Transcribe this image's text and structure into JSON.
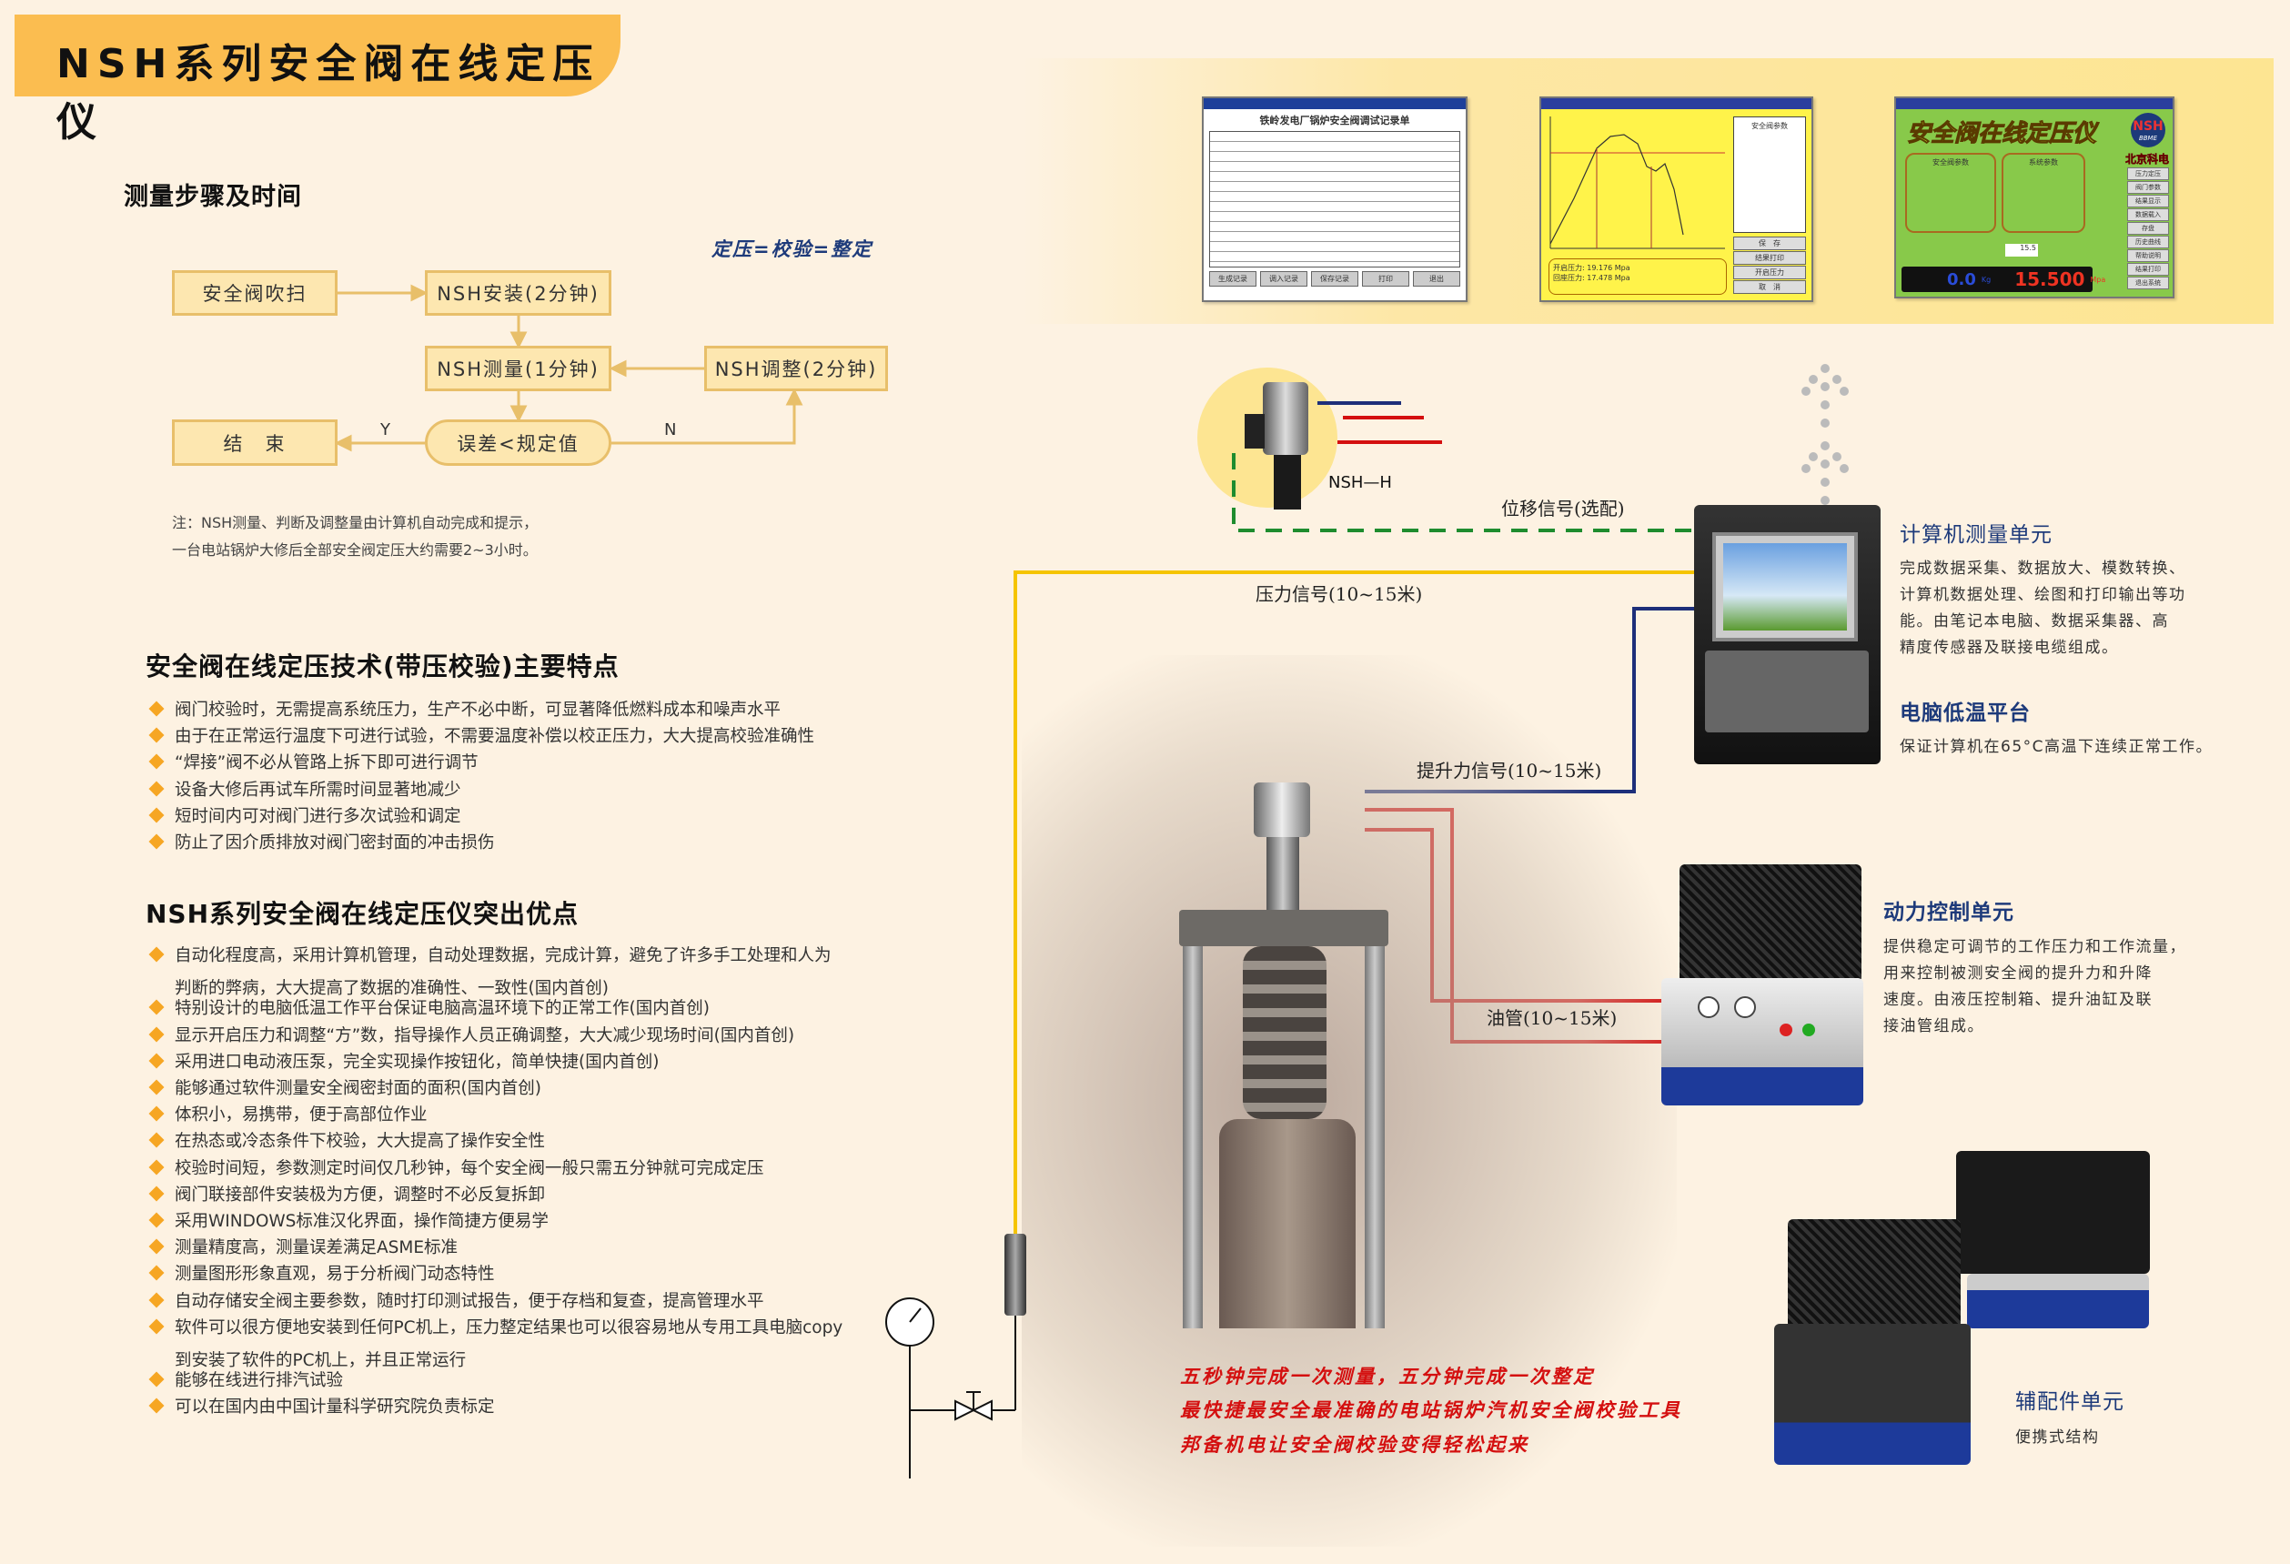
{
  "title": "NSH系列安全阀在线定压仪",
  "steps": {
    "heading": "测量步骤及时间",
    "equation": "定压=校验=整定",
    "boxes": {
      "purge": "安全阀吹扫",
      "install": "NSH安装(2分钟)",
      "measure": "NSH测量(1分钟)",
      "adjust": "NSH调整(2分钟)",
      "end": "结　束",
      "decision": "误差<规定值"
    },
    "yes": "Y",
    "no": "N",
    "note": [
      "注：NSH测量、判断及调整量由计算机自动完成和提示，",
      "一台电站锅炉大修后全部安全阀定压大约需要2~3小时。"
    ]
  },
  "features": {
    "heading": "安全阀在线定压技术(带压校验)主要特点",
    "items": [
      "阀门校验时，无需提高系统压力，生产不必中断，可显著降低燃料成本和噪声水平",
      "由于在正常运行温度下可进行试验，不需要温度补偿以校正压力，大大提高校验准确性",
      "“焊接”阀不必从管路上拆下即可进行调节",
      "设备大修后再试车所需时间显著地减少",
      "短时间内可对阀门进行多次试验和调定",
      "防止了因介质排放对阀门密封面的冲击损伤"
    ]
  },
  "advantages": {
    "heading": "NSH系列安全阀在线定压仪突出优点",
    "items": [
      {
        "l1": "自动化程度高，采用计算机管理，自动处理数据，完成计算，避免了许多手工处理和人为",
        "l2": "判断的弊病，大大提高了数据的准确性、一致性(国内首创)"
      },
      {
        "l1": "特别设计的电脑低温工作平台保证电脑高温环境下的正常工作(国内首创)"
      },
      {
        "l1": "显示开启压力和调整“方”数，指导操作人员正确调整，大大减少现场时间(国内首创)"
      },
      {
        "l1": "采用进口电动液压泵，完全实现操作按钮化，简单快捷(国内首创)"
      },
      {
        "l1": "能够通过软件测量安全阀密封面的面积(国内首创)"
      },
      {
        "l1": "体积小，易携带，便于高部位作业"
      },
      {
        "l1": "在热态或冷态条件下校验，大大提高了操作安全性"
      },
      {
        "l1": "校验时间短，参数测定时间仅几秒钟，每个安全阀一般只需五分钟就可完成定压"
      },
      {
        "l1": "阀门联接部件安装极为方便，调整时不必反复拆卸"
      },
      {
        "l1": "采用WINDOWS标准汉化界面，操作简捷方便易学"
      },
      {
        "l1": "测量精度高，测量误差满足ASME标准"
      },
      {
        "l1": "测量图形形象直观，易于分析阀门动态特性"
      },
      {
        "l1": "自动存储安全阀主要参数，随时打印测试报告，便于存档和复查，提高管理水平"
      },
      {
        "l1": "软件可以很方便地安装到任何PC机上，压力整定结果也可以很容易地从专用工具电脑copy",
        "l2": "到安装了软件的PC机上，并且正常运行"
      },
      {
        "l1": "能够在线进行排汽试验"
      },
      {
        "l1": "可以在国内由中国计量科学研究院负责标定"
      }
    ]
  },
  "screens": {
    "report": {
      "title": "铁岭发电厂锅炉安全阀调试记录单",
      "buttons": [
        "生成记录",
        "调入记录",
        "保存记录",
        "打印",
        "退出"
      ]
    },
    "curve": {
      "params_title": "安全阀参数",
      "buttons": [
        "保　存",
        "结果打印",
        "开启压力",
        "取　消"
      ],
      "open_pressure": "开启压力: 19.176 Mpa",
      "reseat": "回座压力: 17.478 Mpa"
    },
    "main": {
      "title": "安全阀在线定压仪",
      "logo": "NSH",
      "brand": "BBME",
      "company": "北京科电",
      "panel1": "安全阀参数",
      "panel2": "系统参数",
      "menu": [
        "压力定压",
        "阀门参数",
        "结果显示",
        "数据载入",
        "存盘",
        "历史曲线",
        "帮助说明",
        "结果打印",
        "退出系统"
      ],
      "force": "0.0",
      "force_unit": "Kg",
      "pressure": "15.500",
      "pressure_unit": "Mpa",
      "set_value": "15.5"
    }
  },
  "device_label": "NSH—H",
  "wires": {
    "displacement": "位移信号(选配)",
    "pressure": "压力信号(10~15米)",
    "lift": "提升力信号(10~15米)",
    "oil": "油管(10~15米)"
  },
  "units": [
    {
      "title": "计算机测量单元",
      "lines": [
        "完成数据采集、数据放大、模数转换、",
        "计算机数据处理、绘图和打印输出等功",
        "能。由笔记本电脑、数据采集器、高",
        "精度传感器及联接电缆组成。"
      ]
    },
    {
      "title": "电脑低温平台",
      "lines": [
        "保证计算机在65°C高温下连续正常工作。"
      ]
    },
    {
      "title": "动力控制单元",
      "lines": [
        "提供稳定可调节的工作压力和工作流量，",
        "用来控制被测安全阀的提升力和升降",
        "速度。由液压控制箱、提升油缸及联",
        "接油管组成。"
      ]
    },
    {
      "title": "辅配件单元",
      "lines": [
        "便携式结构"
      ]
    }
  ],
  "slogans": [
    "五秒钟完成一次测量，五分钟完成一次整定",
    "最快捷最安全最准确的电站锅炉汽机安全阀校验工具",
    "邦备机电让安全阀校验变得轻松起来"
  ],
  "colors": {
    "banner": "#fbbd50",
    "heading_blue": "#1d3a7a",
    "slogan_red": "#d40f0f",
    "wire_yellow": "#f5c400",
    "wire_red": "#d40f0f",
    "wire_blue": "#1d2f7a",
    "wire_green": "#1e8c2e"
  }
}
